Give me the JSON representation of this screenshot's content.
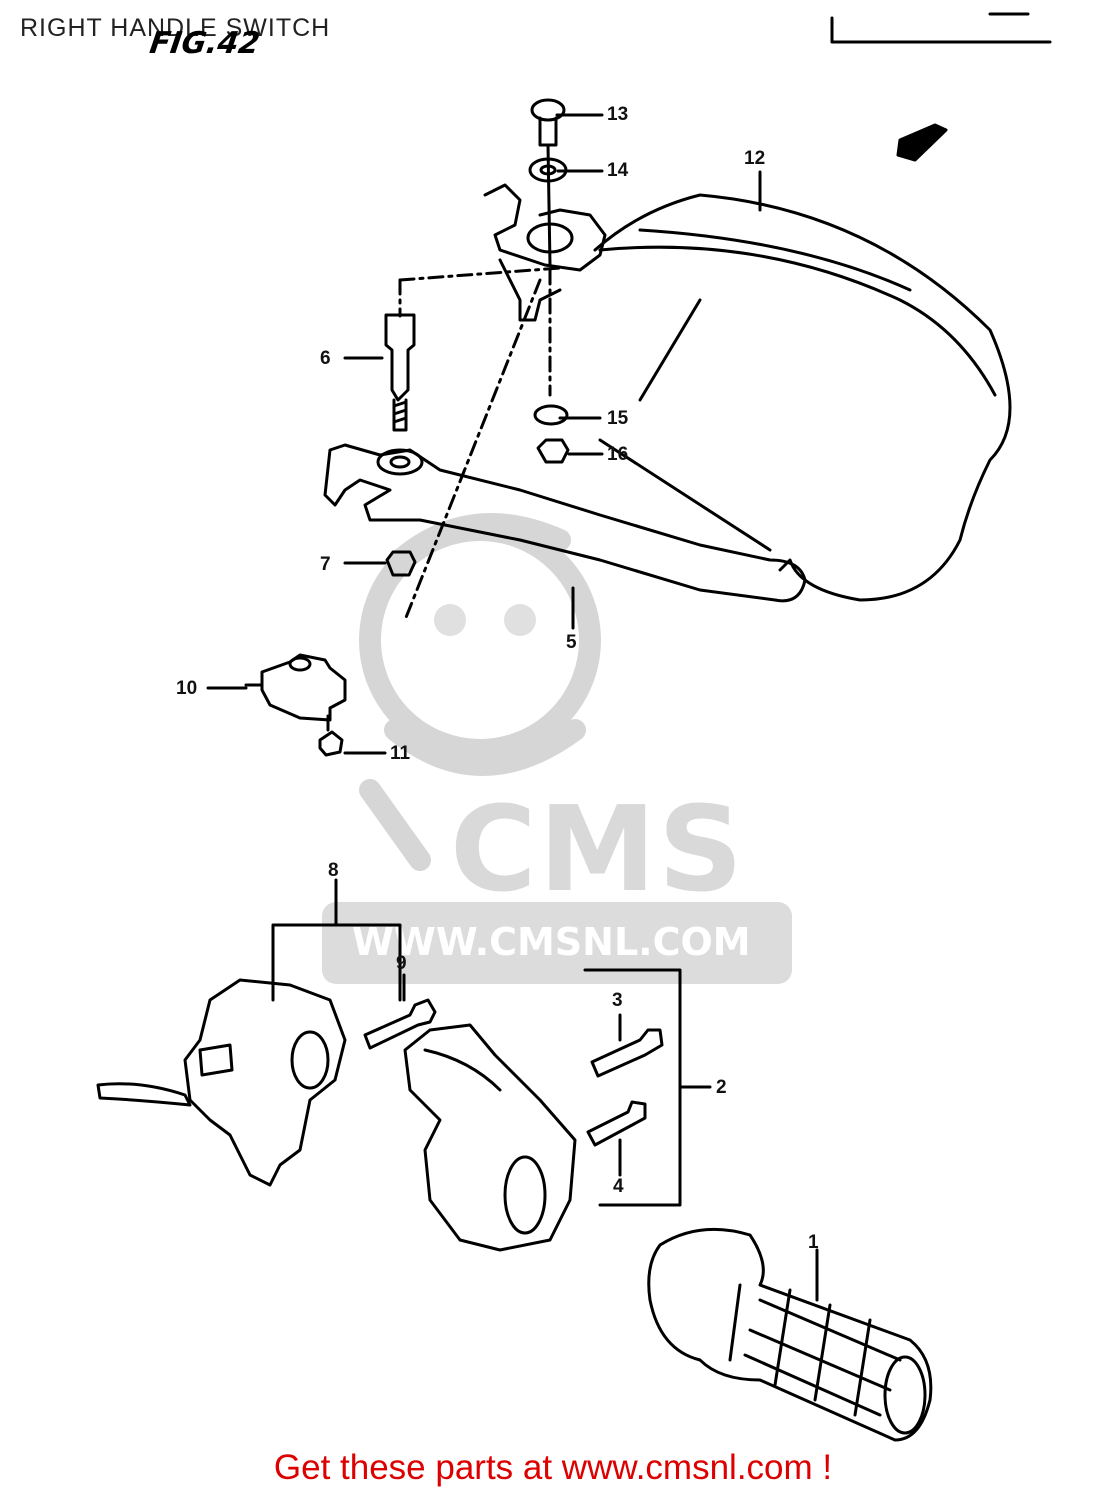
{
  "title": "RIGHT HANDLE SWITCH",
  "figure": "FIG.42",
  "callouts": [
    {
      "id": "1",
      "label": "1"
    },
    {
      "id": "2",
      "label": "2"
    },
    {
      "id": "3",
      "label": "3"
    },
    {
      "id": "4",
      "label": "4"
    },
    {
      "id": "5",
      "label": "5"
    },
    {
      "id": "6",
      "label": "6"
    },
    {
      "id": "7",
      "label": "7"
    },
    {
      "id": "8",
      "label": "8"
    },
    {
      "id": "9",
      "label": "9"
    },
    {
      "id": "10",
      "label": "10"
    },
    {
      "id": "11",
      "label": "11"
    },
    {
      "id": "12",
      "label": "12"
    },
    {
      "id": "13",
      "label": "13"
    },
    {
      "id": "14",
      "label": "14"
    },
    {
      "id": "15",
      "label": "15"
    },
    {
      "id": "16",
      "label": "16"
    }
  ],
  "watermark": {
    "brand": "CMS",
    "url": "WWW.CMSNL.COM"
  },
  "footer": "Get these parts at www.cmsnl.com !",
  "colors": {
    "footer_text": "#dd0000",
    "watermark": "#d9d9d9",
    "line_art": "#000000"
  }
}
